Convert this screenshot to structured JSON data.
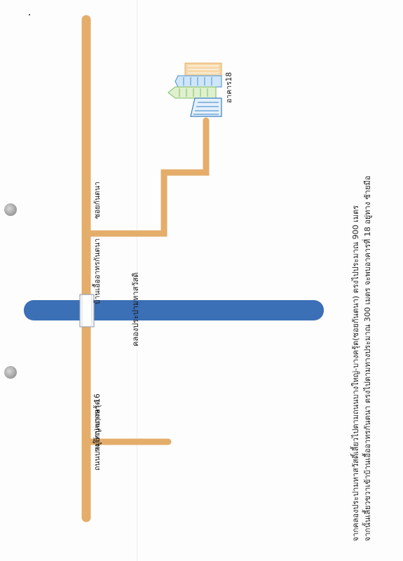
{
  "map": {
    "labels": {
      "main_road": "ถนนบางใหญ่-บางครุ้ต",
      "soi": "ซอยกันตนา",
      "village": "หมู่บ้านพฤกษา 16",
      "entrance": "บ้านเอื้ออาทรกันตนา",
      "canal": "คลองประปามหาสวัสดิ",
      "building": "อาคาร18"
    },
    "directions": [
      "จากคลองประปามหาสวัสดิ์เลี้ยวไปตามถนนบางใหญ่-บางครุ้ต(ซอยกันตนา) ตรงไปประมาณ 900 เมตร",
      "จากนั้นเลี้ยวขวาเข้าบ้านเอื้ออาทรกันตนา ตรงไปตามทางประมาณ 300 เมตร จะพบอาคารที่ 18 อยู่ทาง ซ้ายมือ"
    ],
    "colors": {
      "road": "#e5ad6a",
      "canal": "#3b6fb6",
      "bridge": "#ffffff",
      "building_blue": "#4a8fd0",
      "building_green": "#9ccf7c",
      "building_orange": "#f0be7a"
    },
    "icons": [
      "building-cluster-icon",
      "bridge-icon"
    ]
  }
}
